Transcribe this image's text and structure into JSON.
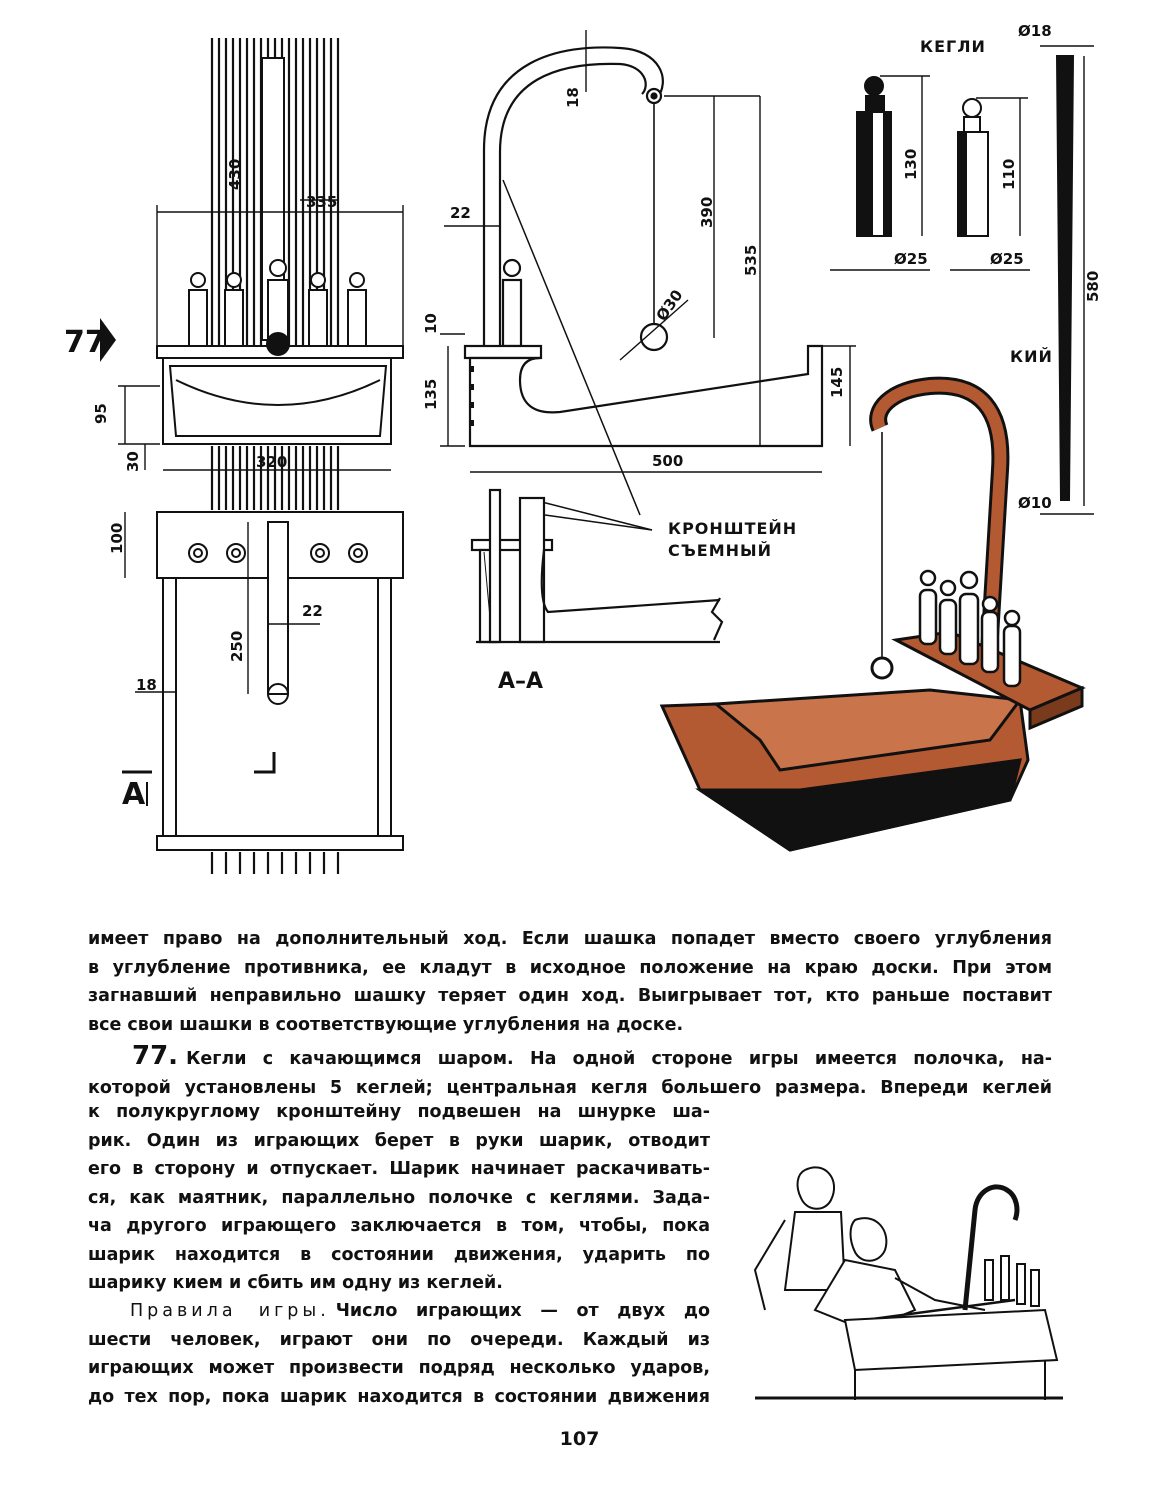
{
  "figure": {
    "number": "77",
    "section_label": "А–А",
    "view_arrow_label": "А",
    "dims": {
      "d430": "430",
      "d335": "335",
      "d95": "95",
      "d30": "30",
      "d320": "320",
      "d100": "100",
      "d250": "250",
      "d22b": "22",
      "d18b": "18",
      "d18a": "18",
      "d22a": "22",
      "d390": "390",
      "d535": "535",
      "d30ball": "Ø30",
      "d10": "10",
      "d135": "135",
      "d145": "145",
      "d500": "500",
      "d130": "130",
      "d110": "110",
      "d25a": "Ø25",
      "d25b": "Ø25",
      "d18cue": "Ø18",
      "d580": "580",
      "d10cue": "Ø10"
    },
    "labels": {
      "pins": "КЕГЛИ",
      "cue": "КИЙ",
      "bracket_line1": "КРОНШТЕЙН",
      "bracket_line2": "СЪЕМНЫЙ"
    },
    "colors": {
      "wood": "#b45a32",
      "wood_dark": "#7a3a1c",
      "ink": "#111111"
    }
  },
  "text": {
    "top_lines": [
      "имеет право на дополнительный ход. Если шашка попадет вместо своего углубления",
      "в углубление противника, ее кладут в исходное положение на краю доски. При этом",
      "загнавший неправильно шашку теряет один ход. Выигрывает тот, кто раньше поставит",
      "все свои шашки в соответствующие углубления на доске."
    ],
    "section": {
      "number": "77.",
      "title": "Кегли с качающимся шаром.",
      "lead": "На одной стороне игры имеется полочка, на-",
      "line2": "которой установлены 5 кеглей; центральная кегля большего размера. Впереди кеглей"
    },
    "body_lines": [
      "к полукруглому кронштейну подвешен на шнурке ша-",
      "рик. Один из играющих берет в руки шарик, отводит",
      "его в сторону и отпускает. Шарик начинает раскачивать-",
      "ся, как маятник, параллельно полочке с кеглями. Зада-",
      "ча другого играющего заключается в том, чтобы, пока",
      "шарик находится в состоянии движения, ударить по",
      "шарику кием и сбить им одну из кеглей."
    ],
    "rules": {
      "heading": "Правила игры.",
      "first_rest": "Число играющих — от двух до",
      "lines": [
        "шести человек, играют они по очереди. Каждый из",
        "играющих может произвести подряд несколько ударов,",
        "до тех пор, пока шарик находится в состоянии движения"
      ]
    },
    "page_number": "107"
  }
}
